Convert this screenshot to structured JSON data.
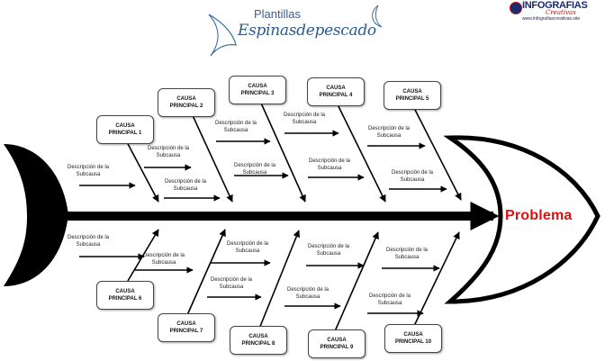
{
  "header": {
    "title_small": "Plantillas",
    "title_script": "Espinasdepescado"
  },
  "logo": {
    "main": "INFOGRAFIAS",
    "sub": "Creativas",
    "url": "www.infografiascreativas.site"
  },
  "problem_label": "Problema",
  "subcause_text_line1": "Descripción de la",
  "subcause_text_line2": "Subcausa",
  "causes": [
    {
      "line1": "CAUSA",
      "line2": "PRINCIPAL 1"
    },
    {
      "line1": "CAUSA",
      "line2": "PRINCIPAL 2"
    },
    {
      "line1": "CAUSA",
      "line2": "PRINCIPAL 3"
    },
    {
      "line1": "CAUSA",
      "line2": "PRINCIPAL 4"
    },
    {
      "line1": "CAUSA",
      "line2": "PRINCIPAL 5"
    },
    {
      "line1": "CAUSA",
      "line2": "PRINCIPAL 6"
    },
    {
      "line1": "CAUSA",
      "line2": "PRINCIPAL 7"
    },
    {
      "line1": "CAUSA",
      "line2": "PRINCIPAL 8"
    },
    {
      "line1": "CAUSA",
      "line2": "PRINCIPAL 9"
    },
    {
      "line1": "CAUSA",
      "line2": "PRINCIPAL 10"
    }
  ],
  "colors": {
    "spine": "#000000",
    "problem": "#e01010",
    "title": "#2f5a8c",
    "logo": "#1a2a6c"
  }
}
